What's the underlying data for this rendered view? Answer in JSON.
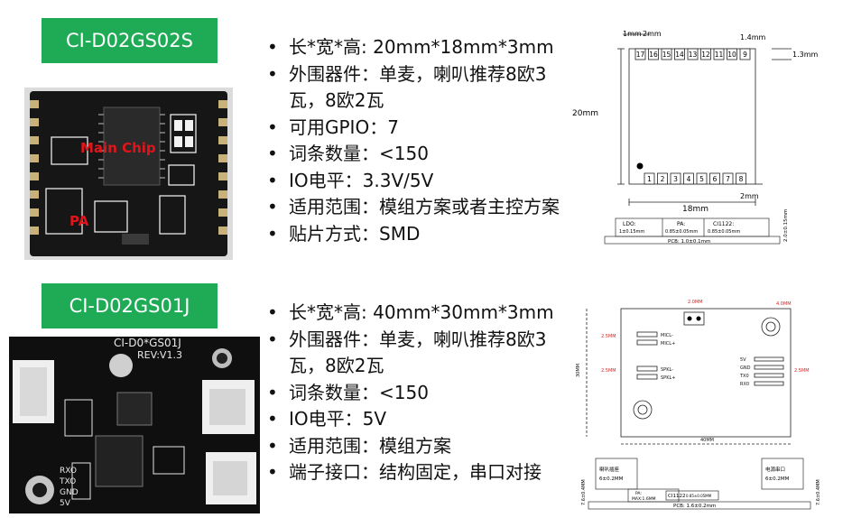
{
  "modules": [
    {
      "name": "CI-D02GS02S",
      "specs": [
        "长*宽*高: 20mm*18mm*3mm",
        "外围器件：单麦，喇叭推荐8欧3瓦，8欧2瓦",
        "可用GPIO：7",
        "词条数量：<150",
        "IO电平：3.3V/5V",
        "适用范围：模组方案或者主控方案",
        "贴片方式：SMD"
      ],
      "photo_labels": {
        "chip": "Main Chip",
        "pa": "PA"
      },
      "drawing": {
        "top_pins": [
          "17",
          "16",
          "15",
          "14",
          "13",
          "12",
          "11",
          "10",
          "9"
        ],
        "bottom_pins": [
          "1",
          "2",
          "3",
          "4",
          "5",
          "6",
          "7",
          "8"
        ],
        "dim_1mm": "1mm",
        "dim_2mm_top": "2mm",
        "dim_1_4mm": "1.4mm",
        "dim_1_3mm": "1.3mm",
        "dim_20mm": "20mm",
        "dim_18mm": "18mm",
        "dim_2mm_bottom": "2mm",
        "dim_2_0mm": "2.0±0.15mm",
        "ldo": "LDO:",
        "ldo_val": "1±0.15mm",
        "pa": "PA:",
        "pa_val": "0.85±0.05mm",
        "ci": "CI1122:",
        "ci_val": "0.85±0.05mm",
        "pcb": "PCB: 1.0±0.1mm"
      }
    },
    {
      "name": "CI-D02GS01J",
      "specs": [
        "长*宽*高: 40mm*30mm*3mm",
        "外围器件：单麦，喇叭推荐8欧3瓦，8欧2瓦",
        "词条数量：<150",
        "IO电平：5V",
        "适用范围：模组方案",
        "端子接口：结构固定，串口对接"
      ],
      "photo_labels": {
        "board": "CI-D0*GS01J",
        "rev": "REV:V1.3",
        "rxo": "RXO",
        "txo": "TXO",
        "gnd": "GND",
        "v5": "5V"
      },
      "drawing": {
        "spk_l": "SPKL-",
        "spk_r": "SPKL+",
        "mic_l": "MICL-",
        "mic_r": "MICL+",
        "pins": [
          "5V",
          "GND",
          "TX0",
          "RX0"
        ],
        "dim_width": "40MM",
        "dim_height": "30MM",
        "dim_top": "2.0MM",
        "dim_right": "4.0MM",
        "dim_small": "2.5MM",
        "speaker_box": "喇叭插座",
        "speaker_val": "6±0.2MM",
        "power_box": "电源串口",
        "power_val": "6±0.2MM",
        "pa": "PA:",
        "pa_val": "MAX:1.6MM",
        "ci": "CI1122",
        "ci_val": "0.85±0.05MM",
        "pcb": "PCB: 1.6±0.2mm",
        "thick_left": "7.6±0.4MM",
        "thick_right": "7.6±0.4MM"
      }
    }
  ]
}
